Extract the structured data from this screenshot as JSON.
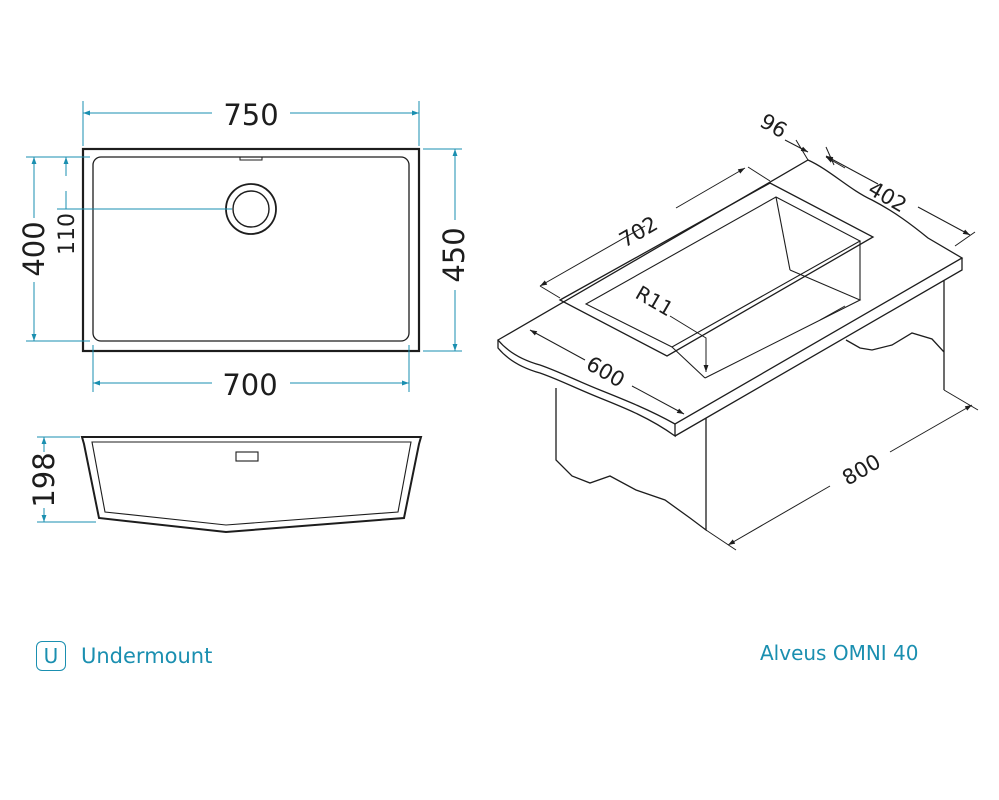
{
  "accent_color": "#1a8fb0",
  "line_color": "#1d1d1d",
  "top_view": {
    "dim_overall_width": "750",
    "dim_bowl_width": "700",
    "dim_overall_depth": "450",
    "dim_bowl_depth": "400",
    "dim_drain_offset": "110"
  },
  "side_view": {
    "dim_height": "198"
  },
  "iso_view": {
    "dim_length": "702",
    "dim_flange": "96",
    "dim_depth": "402",
    "dim_radius": "R11",
    "dim_front": "600",
    "dim_cabinet": "800"
  },
  "footer": {
    "mount_icon_letter": "U",
    "mount_type": "Undermount",
    "model": "Alveus OMNI 40"
  }
}
